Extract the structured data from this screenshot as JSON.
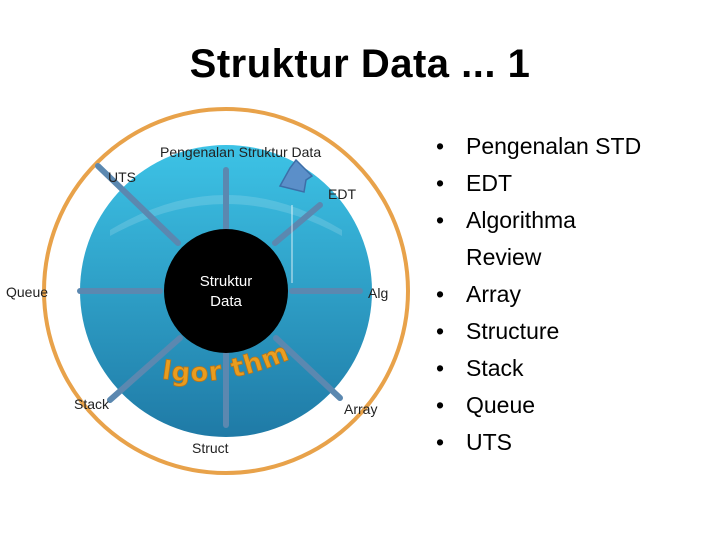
{
  "title": "Struktur Data ... 1",
  "diagram": {
    "center_label_line1": "Struktur",
    "center_label_line2": "Data",
    "top_label": "Pengenalan Struktur Data",
    "spoke_labels": {
      "uts": "UTS",
      "edt": "EDT",
      "queue": "Queue",
      "alg": "Alg",
      "stack": "Stack",
      "array": "Array",
      "struct": "Struct"
    },
    "ring_text": "Algor thma",
    "colors": {
      "outer_ring": "#e8a24a",
      "disc_top": "#3dc3e6",
      "disc_bottom": "#1f7aa6",
      "spokes": "#5b88b0",
      "center": "#000000",
      "wordart_top": "#ffd24a",
      "wordart_bottom": "#e89a1c",
      "arrow": "#5b8fc9"
    }
  },
  "bullets": [
    {
      "text": "Pengenalan STD"
    },
    {
      "text": "EDT"
    },
    {
      "text": "Algorithma",
      "continuation": "Review"
    },
    {
      "text": "Array"
    },
    {
      "text": "Structure"
    },
    {
      "text": "Stack"
    },
    {
      "text": "Queue"
    },
    {
      "text": "UTS"
    }
  ]
}
